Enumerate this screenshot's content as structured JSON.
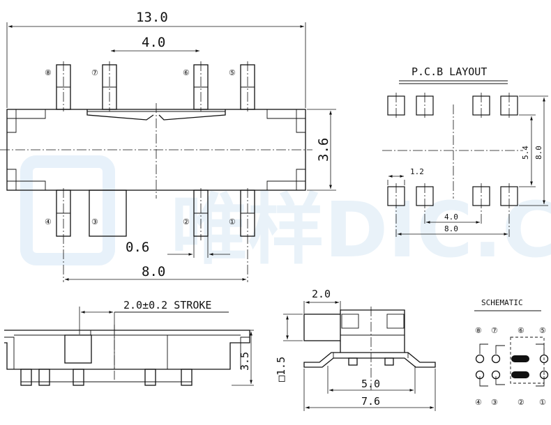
{
  "watermark": "唯样DIC.CO",
  "main_view": {
    "dim_overall_width": "13.0",
    "dim_top_pin_pitch": "4.0",
    "dim_body_height": "3.6",
    "dim_pin_width": "0.6",
    "dim_bottom_span": "8.0",
    "top_pins": [
      "⑧",
      "⑦",
      "⑥",
      "⑤"
    ],
    "bottom_pins": [
      "④",
      "③",
      "②",
      "①"
    ]
  },
  "pcb_layout": {
    "title": "P.C.B LAYOUT",
    "dim_pad_width": "1.2",
    "dim_inner_pitch": "4.0",
    "dim_outer_pitch": "8.0",
    "dim_row_gap": "5.4",
    "dim_height": "8.0"
  },
  "side_view": {
    "stroke_label": "2.0±0.2 STROKE",
    "dim_height": "3.5"
  },
  "end_view": {
    "dim_knob_width": "2.0",
    "dim_knob_height": "□1.5",
    "dim_inner": "5.0",
    "dim_outer": "7.6"
  },
  "schematic": {
    "title": "SCHEMATIC",
    "top_labels": [
      "⑧",
      "⑦",
      "⑥",
      "⑤"
    ],
    "bottom_labels": [
      "④",
      "③",
      "②",
      "①"
    ]
  }
}
